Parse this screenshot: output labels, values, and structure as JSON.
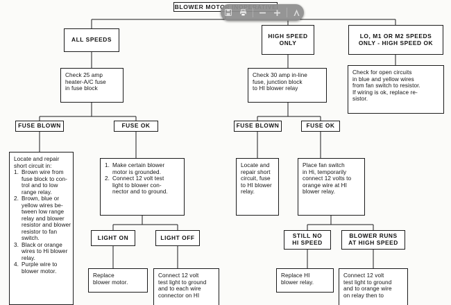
{
  "page": {
    "title": "BLOWER MOTOR INOPERATIVE",
    "background_color": "#fbfbf9",
    "line_color": "#1a1a1a"
  },
  "toolbar": {
    "name": "pdf-floating-toolbar",
    "background_color": "#8e8e8e",
    "buttons": [
      {
        "name": "save-icon",
        "label": "Save"
      },
      {
        "name": "print-icon",
        "label": "Print"
      },
      {
        "name": "zoom-out-icon",
        "label": "Zoom out"
      },
      {
        "name": "zoom-in-icon",
        "label": "Zoom in"
      },
      {
        "name": "adobe-acrobat-icon",
        "label": "Adobe Acrobat"
      }
    ]
  },
  "flowchart": {
    "type": "troubleshooting-tree",
    "root": "BLOWER MOTOR INOPERATIVE",
    "branch_all_speeds": {
      "condition": "ALL SPEEDS",
      "check": {
        "l1": "Check 25 amp",
        "l2": "heater-A/C fuse",
        "l3": "in fuse block"
      },
      "fuse_blown": {
        "label": "FUSE BLOWN",
        "action": {
          "head1": "Locate and repair",
          "head2": "short circuit in:",
          "items": [
            {
              "idx": "1.",
              "lines": [
                "Brown wire from",
                "fuse block to con-",
                "trol and to low",
                "range relay."
              ]
            },
            {
              "idx": "2.",
              "lines": [
                "Brown, blue or",
                "yellow wires be-",
                "tween low range",
                "relay and blower",
                "resistor and blower",
                "resistor to fan",
                "switch."
              ]
            },
            {
              "idx": "3.",
              "lines": [
                "Black or orange",
                "wires to Hi blower",
                "relay."
              ]
            },
            {
              "idx": "4.",
              "lines": [
                "Purple wire to",
                "blower motor."
              ]
            }
          ]
        }
      },
      "fuse_ok": {
        "label": "FUSE OK",
        "action": {
          "items": [
            {
              "idx": "1.",
              "lines": [
                "Make certain blower",
                "motor is grounded."
              ]
            },
            {
              "idx": "2.",
              "lines": [
                "Connect 12 volt test",
                "light to blower con-",
                "nector and to ground."
              ]
            }
          ]
        },
        "light_on": {
          "label": "LIGHT ON",
          "result": {
            "l1": "Replace",
            "l2": "blower motor."
          }
        },
        "light_off": {
          "label": "LIGHT OFF",
          "result": {
            "l1": "Connect 12 volt",
            "l2": "test light to ground",
            "l3": "and to each wire",
            "l4": "connector on HI"
          }
        }
      }
    },
    "branch_high_speed_only": {
      "condition_l1": "HIGH SPEED",
      "condition_l2": "ONLY",
      "check": {
        "l1": "Check 30 amp in-line",
        "l2": "fuse, junction block",
        "l3": "to HI blower relay"
      },
      "fuse_blown": {
        "label": "FUSE BLOWN",
        "action": {
          "l1": "Locate and",
          "l2": "repair short",
          "l3": "circuit, fuse",
          "l4": "to HI blower",
          "l5": "relay."
        }
      },
      "fuse_ok": {
        "label": "FUSE OK",
        "action": {
          "l1": "Place fan switch",
          "l2": "in Hi, temporarily",
          "l3": "connect 12 volts to",
          "l4": "orange wire at HI",
          "l5": "blower relay."
        },
        "still_no_hi_speed": {
          "label_l1": "STILL NO",
          "label_l2": "HI SPEED",
          "result": {
            "l1": "Replace HI",
            "l2": "blower relay."
          }
        },
        "blower_runs": {
          "label_l1": "BLOWER RUNS",
          "label_l2": "AT HIGH SPEED",
          "result": {
            "l1": "Connect 12 volt",
            "l2": "test light to ground",
            "l3": "and to orange wire",
            "l4": "on relay then to"
          }
        }
      }
    },
    "branch_lo_m1_m2": {
      "condition_l1": "LO, M1 OR M2 SPEEDS",
      "condition_l2": "ONLY - HIGH SPEED OK",
      "check": {
        "l1": "Check for open circuits",
        "l2": "in blue and yellow wires",
        "l3": "from fan switch to resistor.",
        "l4": "If wiring is ok, replace re-",
        "l5": "sistor."
      }
    }
  }
}
